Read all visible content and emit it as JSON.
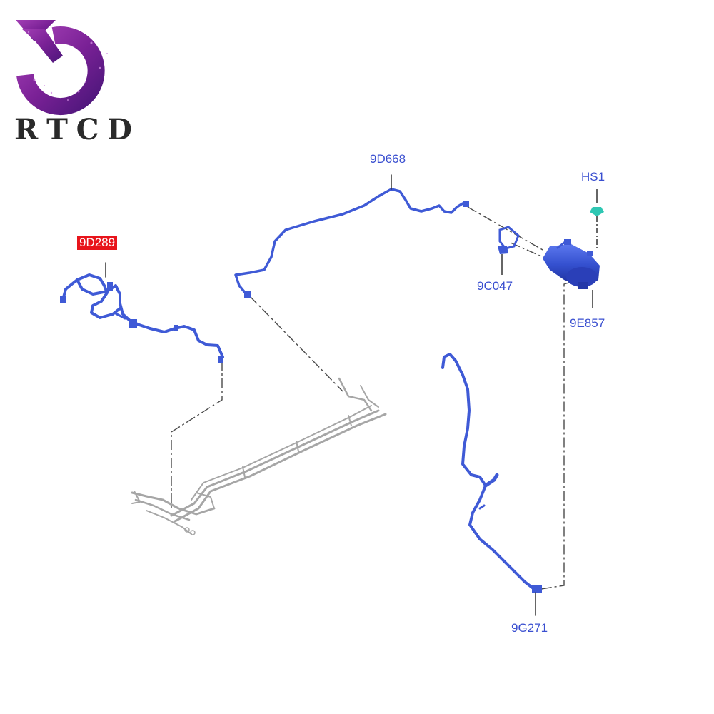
{
  "logo": {
    "letters": [
      "R",
      "T",
      "C",
      "D"
    ],
    "colors": {
      "primary": "#8a2a9c",
      "secondary": "#5a1a86",
      "sparkle": "#c77bd6"
    }
  },
  "colors": {
    "part_blue": "#3f5ad6",
    "part_blue_dark": "#2438a8",
    "part_grey": "#9a9a9a",
    "leader": "#444444",
    "label_text": "#3a4fd0",
    "highlight_bg": "#e8141b",
    "highlight_text": "#ffffff",
    "clip_teal": "#2fc7b3"
  },
  "callouts": [
    {
      "id": "9D289",
      "text": "9D289",
      "highlighted": true
    },
    {
      "id": "9D668",
      "text": "9D668",
      "highlighted": false
    },
    {
      "id": "HS1",
      "text": "HS1",
      "highlighted": false
    },
    {
      "id": "9C047",
      "text": "9C047",
      "highlighted": false
    },
    {
      "id": "9E857",
      "text": "9E857",
      "highlighted": false
    },
    {
      "id": "9G271",
      "text": "9G271",
      "highlighted": false
    }
  ]
}
